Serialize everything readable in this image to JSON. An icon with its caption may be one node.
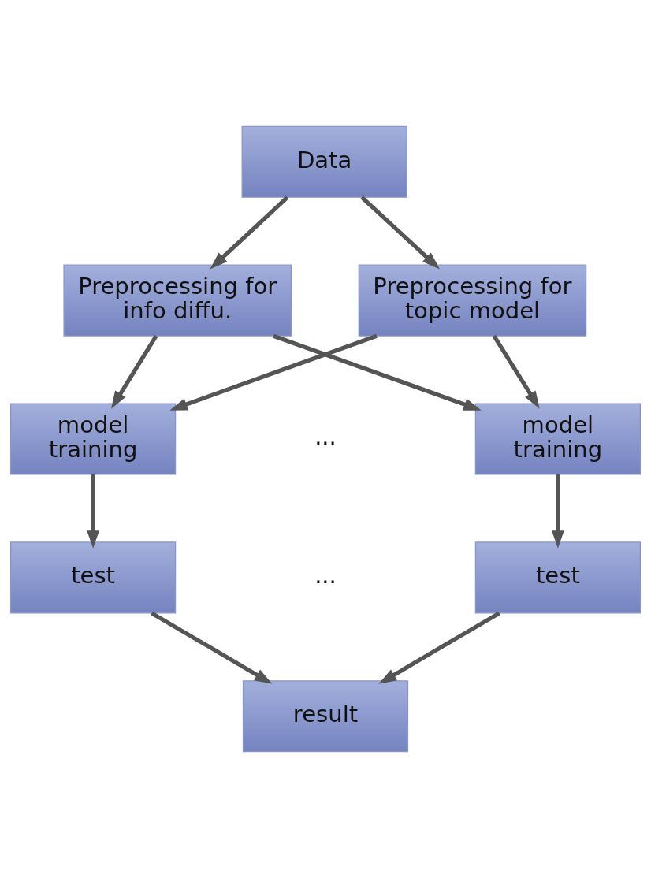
{
  "diagram": {
    "nodes": [
      {
        "text": [
          "Data"
        ]
      },
      {
        "text": [
          "Preprocessing for info diffu."
        ]
      },
      {
        "text": [
          "Preprocessing for topic model"
        ]
      },
      {
        "text": [
          "model training"
        ]
      },
      {
        "text": [
          "model training"
        ]
      },
      {
        "text": [
          "test"
        ]
      },
      {
        "text": [
          "test"
        ]
      },
      {
        "text": [
          "result"
        ]
      }
    ],
    "edges": [
      {
        "from": 0,
        "to": 1,
        "arrow": "to"
      },
      {
        "from": 0,
        "to": 2,
        "arrow": "to"
      },
      {
        "from": 1,
        "to": 3,
        "arrow": "to"
      },
      {
        "from": 1,
        "to": 4,
        "arrow": "to"
      },
      {
        "from": 2,
        "to": 3,
        "arrow": "to"
      },
      {
        "from": 2,
        "to": 4,
        "arrow": "to"
      },
      {
        "from": 3,
        "to": 5,
        "arrow": "to"
      },
      {
        "from": 4,
        "to": 6,
        "arrow": "to"
      },
      {
        "from": 5,
        "to": 7,
        "arrow": "to"
      },
      {
        "from": 6,
        "to": 7,
        "arrow": "to"
      }
    ],
    "labels": [
      "...",
      "..."
    ]
  }
}
